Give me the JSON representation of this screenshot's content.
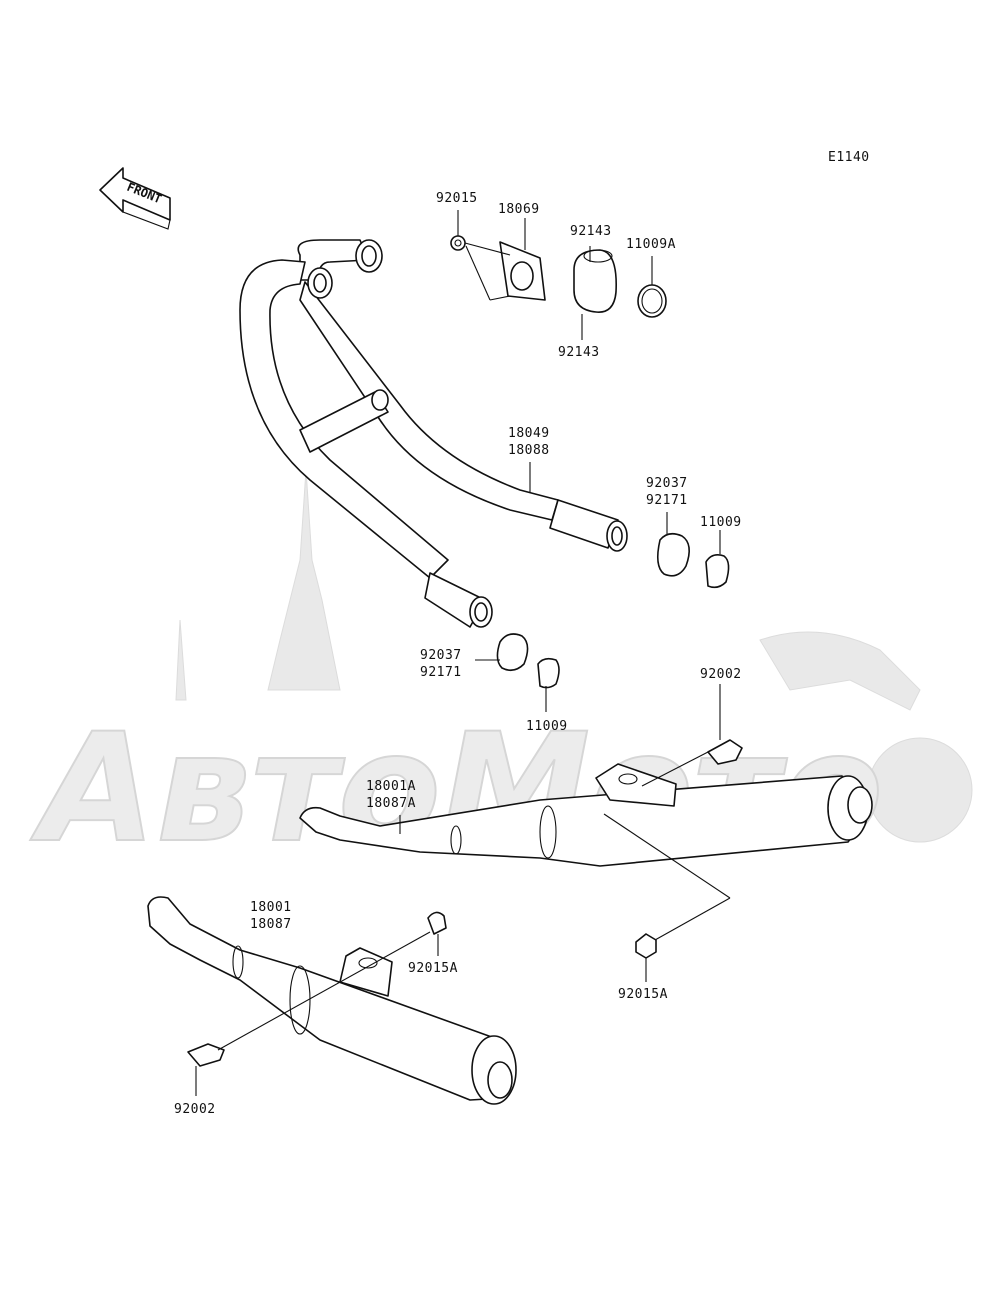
{
  "diagram_code": "E1140",
  "front_label": "FRONT",
  "watermark": "AвтоМото",
  "labels": {
    "p92015_top": "92015",
    "p18069": "18069",
    "p92143_top": "92143",
    "p11009A": "11009A",
    "p92143_bot": "92143",
    "p18049": "18049",
    "p18088": "18088",
    "p92037_r": "92037",
    "p92171_r": "92171",
    "p11009_r": "11009",
    "p92037_l": "92037",
    "p92171_l": "92171",
    "p11009_l": "11009",
    "p92002_r": "92002",
    "p18001A": "18001A",
    "p18087A": "18087A",
    "p18001": "18001",
    "p18087": "18087",
    "p92015A_l": "92015A",
    "p92015A_r": "92015A",
    "p92002_l": "92002"
  }
}
